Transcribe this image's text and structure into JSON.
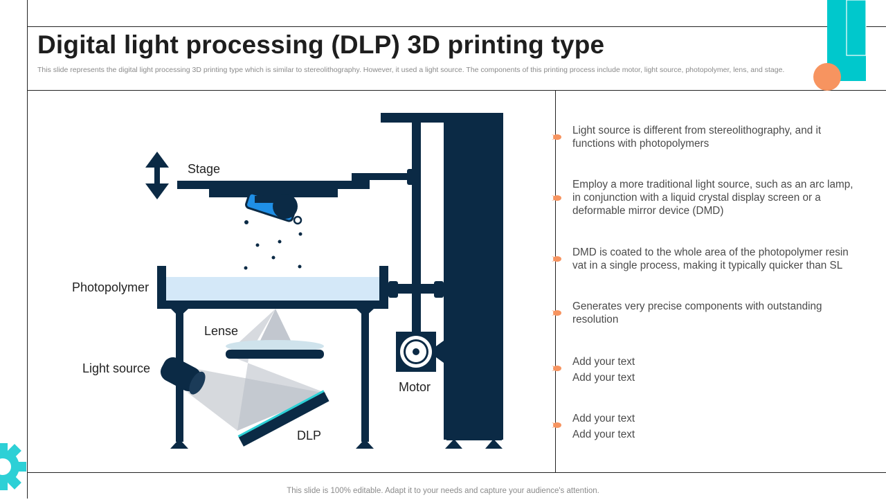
{
  "title": "Digital light processing (DLP) 3D printing type",
  "subtitle": "This slide represents the digital light processing 3D printing type which is similar to stereolithography. However, it used a light source. The components of this printing process include motor, light source, photopolymer, lens, and stage.",
  "labels": {
    "stage": "Stage",
    "photopolymer": "Photopolymer",
    "lense": "Lense",
    "light_source": "Light source",
    "motor": "Motor",
    "dlp": "DLP"
  },
  "points": [
    {
      "line1": "Light source is different from stereolithography,  and it",
      "line2": "functions with photopolymers",
      "line3": ""
    },
    {
      "line1": "Employ a more traditional light source, such as an arc lamp,",
      "line2": "in conjunction  with a liquid crystal display screen or a",
      "line3": "deformable mirror device (DMD)"
    },
    {
      "line1": "DMD is coated to the whole area of the photopolymer resin",
      "line2": "vat in a single process, making it typically quicker than SL",
      "line3": ""
    },
    {
      "line1": "Generates very precise components with outstanding",
      "line2": "resolution",
      "line3": ""
    },
    {
      "line1": "Add your text",
      "line2": "Add your text",
      "line3": ""
    },
    {
      "line1": "Add your text",
      "line2": "Add your text",
      "line3": ""
    }
  ],
  "footer": "This slide is 100% editable. Adapt it to your needs and capture your audience's attention.",
  "colors": {
    "navy": "#0b2a45",
    "teal": "#00c8cc",
    "orange": "#f79460",
    "blue": "#1f8fe6"
  }
}
